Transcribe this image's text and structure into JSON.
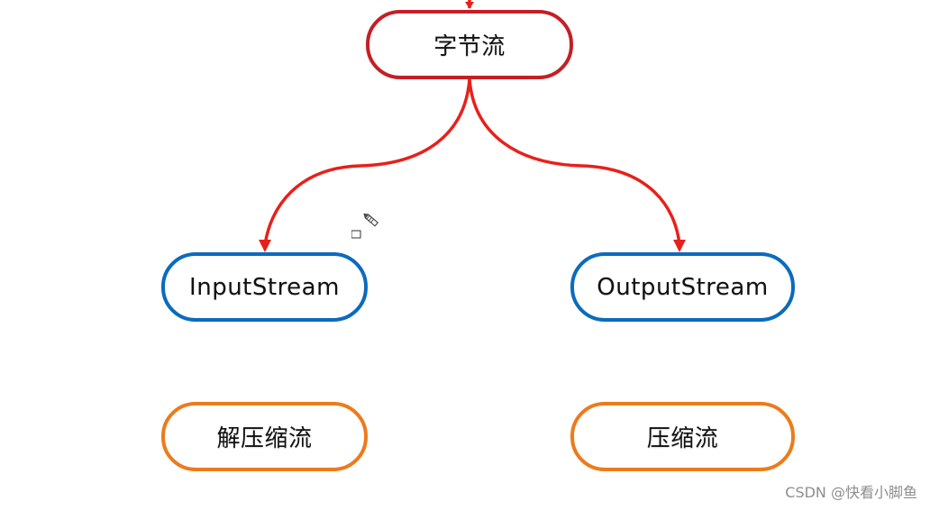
{
  "diagram": {
    "nodes": {
      "root": "字节流",
      "input": "InputStream",
      "output": "OutputStream",
      "decompress": "解压缩流",
      "compress": "压缩流"
    },
    "colors": {
      "root_border": "#c41f25",
      "io_border": "#0b6bbd",
      "zip_border": "#ec7b1d",
      "arrow": "#e8201a"
    },
    "edges": [
      {
        "from": "root",
        "to": "input"
      },
      {
        "from": "root",
        "to": "output"
      }
    ]
  },
  "cursor": {
    "icon": "pencil-cursor-icon"
  },
  "watermark": "CSDN @快看小脚鱼"
}
